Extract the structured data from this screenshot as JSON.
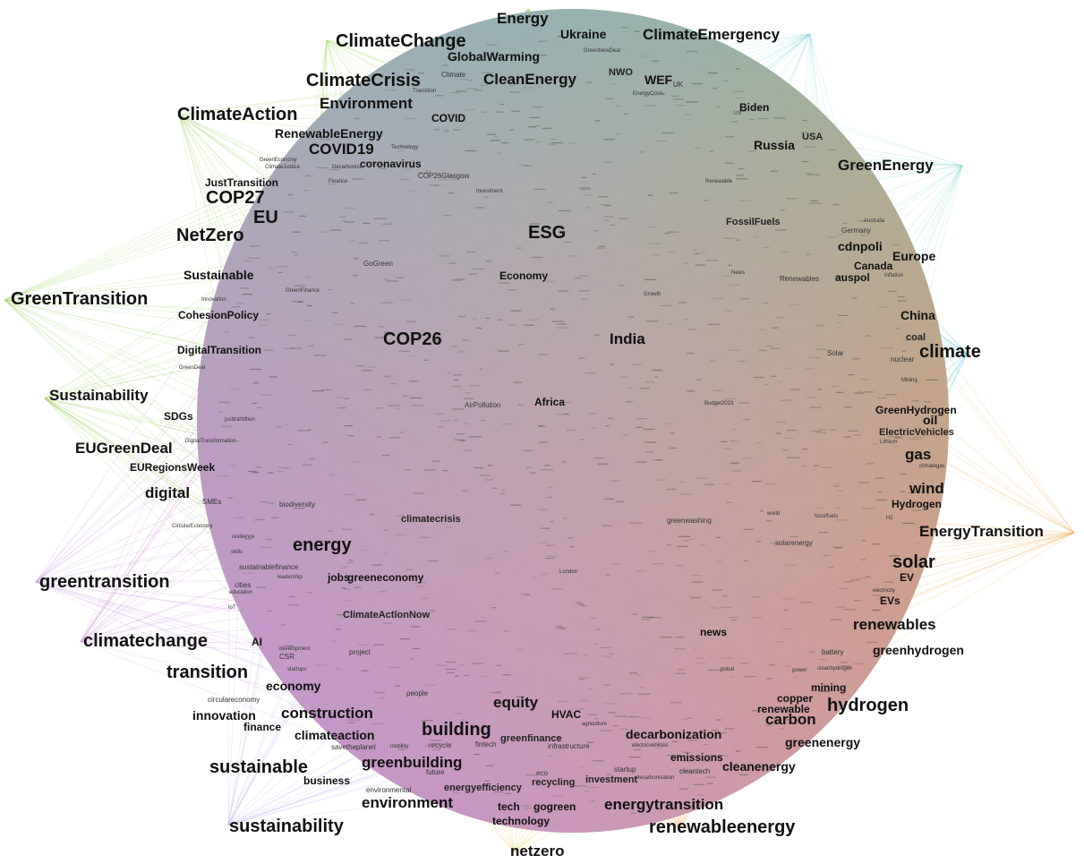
{
  "palette": {
    "green": "#9fd35a",
    "cyan": "#5cc6e6",
    "orange": "#f0a545",
    "purple": "#c48ee0",
    "core": "#cbc79e",
    "text": "#111111"
  },
  "hashtags": {
    "energy_top": "Energy",
    "ukraine": "Ukraine",
    "climate_emergency": "ClimateEmergency",
    "climate_change": "ClimateChange",
    "global_warming": "GlobalWarming",
    "green_new_deal": "GreenNewDeal",
    "nwo": "NWO",
    "wef": "WEF",
    "uk": "UK",
    "climate_crisis": "ClimateCrisis",
    "climate_small": "Climate",
    "clean_energy": "CleanEnergy",
    "transition_small": "Transition",
    "environment": "Environment",
    "energy_crisis": "EnergyCrisis",
    "climate_action": "ClimateAction",
    "covid": "COVID",
    "biden": "Biden",
    "us": "US",
    "renewable_energy": "RenewableEnergy",
    "technology_small": "Technology",
    "covid19": "COVID19",
    "coronavirus": "coronavirus",
    "russia": "Russia",
    "usa": "USA",
    "green_energy": "GreenEnergy",
    "green_economy": "GreenEconomy",
    "climate_justice": "ClimateJustice",
    "decarbonize": "Decarbonize",
    "just_transition": "JustTransition",
    "finance_small": "Finance",
    "cop26glasgow": "COP26Glasgow",
    "renewable_small": "Renewable",
    "investment_small": "Investment",
    "cop27": "COP27",
    "eu": "EU",
    "esg": "ESG",
    "fossil_fuels": "FossilFuels",
    "australia": "Australia",
    "germany": "Germany",
    "net_zero": "NetZero",
    "cdnpoli": "cdnpoli",
    "europe": "Europe",
    "canada": "Canada",
    "go_green": "GoGreen",
    "economy": "Economy",
    "news_small": "News",
    "renewables_small": "Renewables",
    "auspol": "auspol",
    "inflation": "Inflation",
    "sustainable_cap": "Sustainable",
    "green_finance": "GreenFinance",
    "growth": "Growth",
    "green_transition_big": "GreenTransition",
    "innovation_small": "Innovation",
    "cohesion_policy": "CohesionPolicy",
    "china": "China",
    "cop26": "COP26",
    "india": "India",
    "coal": "coal",
    "digital_transition": "DigitalTransition",
    "climate_big": "climate",
    "solar_small": "Solar",
    "nuclear": "nuclear",
    "green_deal": "GreenDeal",
    "mining_small": "Mining",
    "sustainability_cap": "Sustainability",
    "air_pollution": "AirPollution",
    "africa": "Africa",
    "budget": "Budget2023",
    "green_hydrogen_cap": "GreenHydrogen",
    "sdgs": "SDGs",
    "just_transition_small": "justtransition",
    "oil": "oil",
    "electric_vehicles": "ElectricVehicles",
    "lithium": "Lithium",
    "digital_transformation": "DigitalTransformation",
    "eu_green_deal": "EUGreenDeal",
    "gas": "gas",
    "eu_regions_week": "EURegionsWeek",
    "climate_gas": "climategas",
    "digital": "digital",
    "smes": "SMEs",
    "biodiversity": "biodiversity",
    "wind": "wind",
    "hydrogen_cap": "Hydrogen",
    "world": "world",
    "fossil_fuels_small": "fossilfuels",
    "circular_economy_cap": "CircularEconomy",
    "climatecrisis": "climatecrisis",
    "greenwashing": "greenwashing",
    "energy_transition": "EnergyTransition",
    "h2": "H2",
    "resilience": "resilience",
    "skills": "skills",
    "energy_mid": "energy",
    "solarenergy": "solarenergy",
    "solar": "solar",
    "sustainablefinance": "sustainablefinance",
    "jobs": "jobs",
    "greeneconomy": "greeneconomy",
    "cities": "cities",
    "education": "education",
    "leadership": "leadership",
    "london": "London",
    "ev": "EV",
    "greentransition": "greentransition",
    "iot": "IoT",
    "evs": "EVs",
    "electricity": "electricity",
    "climate_action_now": "ClimateActionNow",
    "renewables": "renewables",
    "greenhydrogen": "greenhydrogen",
    "climatechange": "climatechange",
    "ai": "AI",
    "development": "development",
    "csr": "CSR",
    "project": "project",
    "news": "news",
    "battery": "battery",
    "transition": "transition",
    "startups": "startups",
    "global": "global",
    "power": "power",
    "cleanhydrogen": "cleanhydrogen",
    "economy_low": "economy",
    "circulareconomy": "circulareconomy",
    "people": "people",
    "mining": "mining",
    "innovation": "innovation",
    "construction": "construction",
    "equity": "equity",
    "hvac": "HVAC",
    "copper": "copper",
    "renewable": "renewable",
    "carbon": "carbon",
    "hydrogen": "hydrogen",
    "finance": "finance",
    "agriculture": "agriculture",
    "climateaction": "climateaction",
    "building": "building",
    "decarbonization": "decarbonization",
    "greenenergy": "greenenergy",
    "savetheplanet": "savetheplanet",
    "mobility": "mobility",
    "recycle": "recycle",
    "fintech": "fintech",
    "greenfinance": "greenfinance",
    "infrastructure": "infrastructure",
    "electricvehicles": "electricvehicles",
    "emissions": "emissions",
    "sustainable": "sustainable",
    "greenbuilding": "greenbuilding",
    "future": "future",
    "eco": "eco",
    "startup": "startup",
    "cleantech": "cleantech",
    "cleanenergy": "cleanenergy",
    "business": "business",
    "environmental": "environmental",
    "energyefficiency": "energyefficiency",
    "recycling": "recycling",
    "investment": "investment",
    "decarbonisation": "decarbonisation",
    "environment_low": "environment",
    "tech": "tech",
    "gogreen": "gogreen",
    "technology": "technology",
    "energytransition": "energytransition",
    "sustainability": "sustainability",
    "renewableenergy": "renewableenergy",
    "netzero": "netzero"
  }
}
